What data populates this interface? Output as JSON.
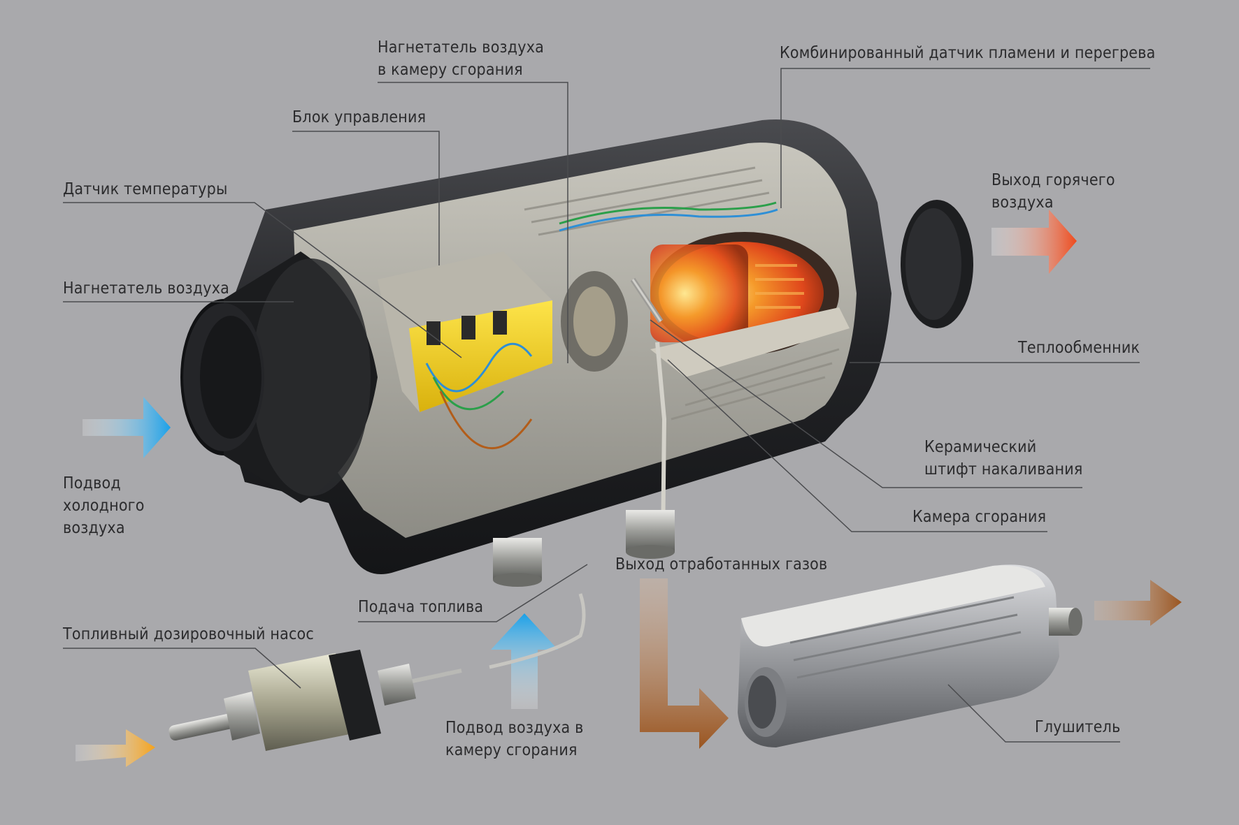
{
  "labels": {
    "air_blower_chamber": "Нагнетатель воздуха\nв камеру сгорания",
    "flame_overheat_sensor": "Комбинированный датчик пламени и перегрева",
    "control_unit": "Блок управления",
    "temp_sensor": "Датчик температуры",
    "air_blower": "Нагнетатель воздуха",
    "hot_air_out": "Выход горячего\nвоздуха",
    "heat_exchanger": "Теплообменник",
    "cold_air_in": "Подвод\nхолодного\nвоздуха",
    "glow_pin": "Керамический\nштифт накаливания",
    "combustion_chamber": "Камера сгорания",
    "exhaust_out": "Выход отработанных газов",
    "fuel_supply": "Подача топлива",
    "fuel_pump": "Топливный дозировочный насос",
    "chamber_air_in": "Подвод воздуха в\nкамеру сгорания",
    "muffler": "Глушитель"
  },
  "colors": {
    "background": "#a9a9ac",
    "cold_arrow": "#2aa6e6",
    "hot_arrow": "#e8562a",
    "exhaust_arrow": "#9a5a2a",
    "fuel_arrow": "#f0a020",
    "casing": "#2a2b2e",
    "flame": "#f07020",
    "control_unit": "#f2cf1d"
  }
}
